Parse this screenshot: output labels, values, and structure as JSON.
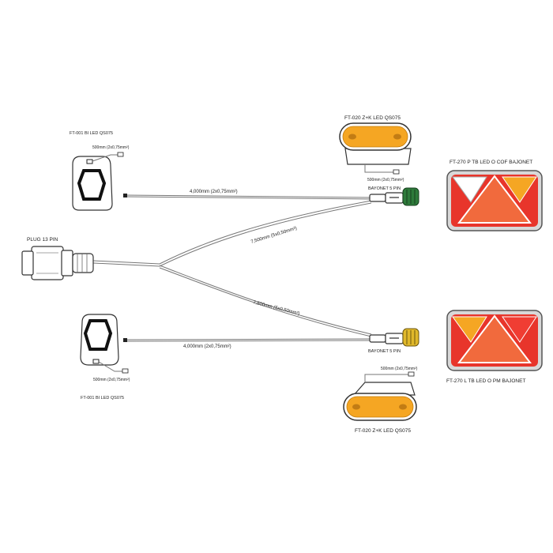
{
  "labels": {
    "plug": "PLUG 13 PIN",
    "marker_top": "FT-001 BI LED QS075",
    "marker_bottom": "FT-001 BI LED QS075",
    "side_top": "FT-020 Z+K LED  QS075",
    "side_bottom": "FT-020 Z+K LED  QS075",
    "lamp_right": "FT-270 P TB LED O COF BAJONET",
    "lamp_left": "FT-270 L TB LED O PM BAJONET",
    "bayonet_top": "BAYONET 5 PIN",
    "bayonet_bottom": "BAYONET 5 PIN",
    "cable_top_main": "4,000mm  (2x0,75mm²)",
    "cable_bottom_main": "4,000mm  (2x0,75mm²)",
    "cable_upper_branch": "7,500mm  (5x0,50mm²)",
    "cable_lower_branch": "7,500mm  (5x0,50mm²)",
    "lead_marker_top": "500mm (2x0,75mm²)",
    "lead_marker_bottom": "500mm (2x0,75mm²)",
    "lead_side_top": "500mm (2x0,75mm²)",
    "lead_side_bottom": "500mm (2x0,75mm²)"
  },
  "colors": {
    "amber": "#f5a623",
    "red": "#e8352b",
    "connector_green": "#2d7a3a",
    "connector_yellow": "#e0b82a",
    "housing": "#d8d8d8"
  }
}
